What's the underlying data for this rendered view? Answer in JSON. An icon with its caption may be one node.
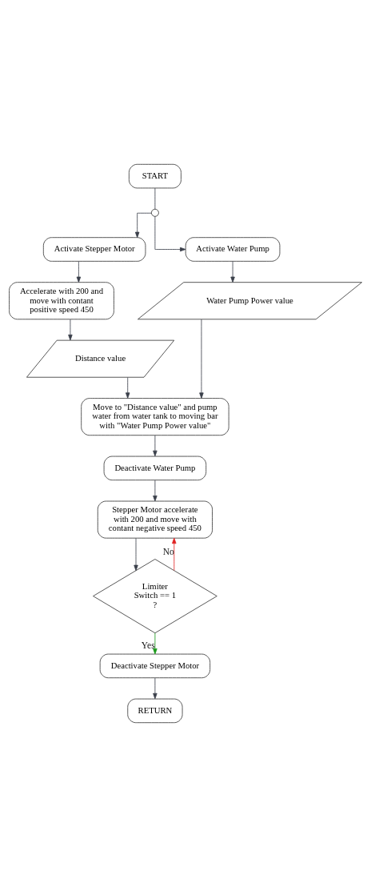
{
  "diagram": {
    "nodes": [
      {
        "text": [
          "START"
        ]
      },
      {
        "text": [],
        "shape": "circle"
      },
      {
        "text": [
          "Activate Stepper Motor"
        ]
      },
      {
        "text": [
          "Activate Water Pump"
        ]
      },
      {
        "text": [
          "Accelerate with 200 and move with contant positive speed 450"
        ]
      },
      {
        "text": [
          "Water Pump Power value"
        ]
      },
      {
        "text": [
          "Distance value"
        ]
      },
      {
        "text": [
          "Move to \"Distance value\" and pump water from water tank to moving bar with \"Water Pump Power value\""
        ]
      },
      {
        "text": [
          "Deactivate Water Pump"
        ]
      },
      {
        "text": [
          "Stepper Motor accelerate with 200 and move with contant negative speed 450"
        ]
      },
      {
        "text": [
          "Limiter Switch == 1 ?"
        ]
      },
      {
        "text": [
          "Deactivate Stepper Motor"
        ]
      },
      {
        "text": [
          "RETURN"
        ]
      }
    ],
    "edges": [
      {
        "from": 0,
        "to": 1,
        "arrow": "none"
      },
      {
        "from": 1,
        "to": 2,
        "arrow": "to"
      },
      {
        "from": 1,
        "to": 3,
        "arrow": "to"
      },
      {
        "from": 2,
        "to": 4,
        "arrow": "to"
      },
      {
        "from": 3,
        "to": 5,
        "arrow": "to"
      },
      {
        "from": 4,
        "to": 6,
        "arrow": "to"
      },
      {
        "from": 6,
        "to": 7,
        "arrow": "to"
      },
      {
        "from": 5,
        "to": 7,
        "arrow": "to"
      },
      {
        "from": 7,
        "to": 8,
        "arrow": "to"
      },
      {
        "from": 8,
        "to": 9,
        "arrow": "to"
      },
      {
        "from": 9,
        "to": 10,
        "arrow": "to"
      },
      {
        "from": 10,
        "to": 9,
        "arrow": "to",
        "label": "No",
        "color": "#e02020"
      },
      {
        "from": 10,
        "to": 11,
        "arrow": "to",
        "label": "Yes",
        "color": "#1a9a1a"
      },
      {
        "from": 11,
        "to": 12,
        "arrow": "to"
      }
    ]
  }
}
